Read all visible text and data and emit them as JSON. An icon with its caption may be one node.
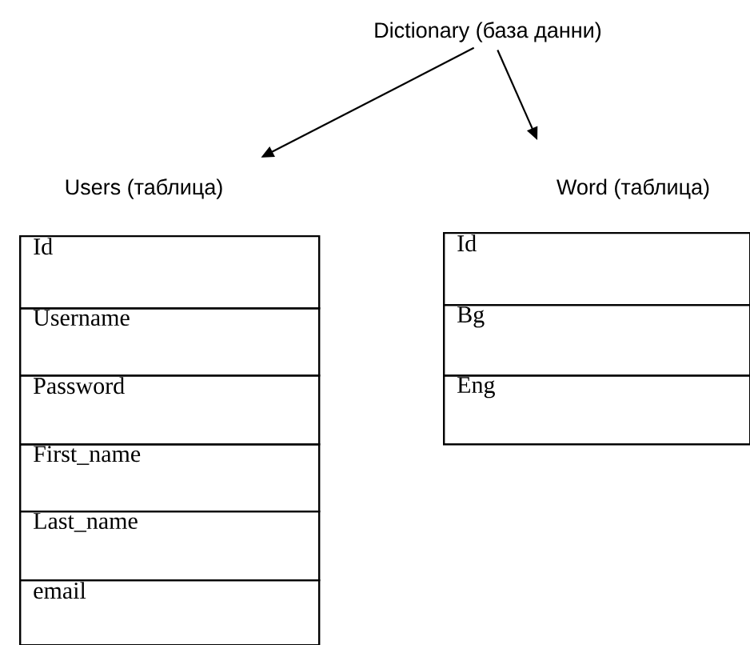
{
  "diagram": {
    "nodes": [
      {
        "text": [
          "Dictionary (база данни)"
        ]
      },
      {
        "text": [
          "Users (таблица)"
        ]
      },
      {
        "text": [
          "Word (таблица)"
        ]
      },
      {
        "text": [
          "Id"
        ]
      },
      {
        "text": [
          "Username"
        ]
      },
      {
        "text": [
          "Password"
        ]
      },
      {
        "text": [
          "First_name"
        ]
      },
      {
        "text": [
          "Last_name"
        ]
      },
      {
        "text": [
          "email"
        ]
      },
      {
        "text": [
          "Id"
        ]
      },
      {
        "text": [
          "Bg"
        ]
      },
      {
        "text": [
          "Eng"
        ]
      }
    ],
    "edges": [
      {
        "from": 0,
        "to": 1,
        "arrow": "to"
      },
      {
        "from": 0,
        "to": 2,
        "arrow": "to"
      }
    ]
  }
}
